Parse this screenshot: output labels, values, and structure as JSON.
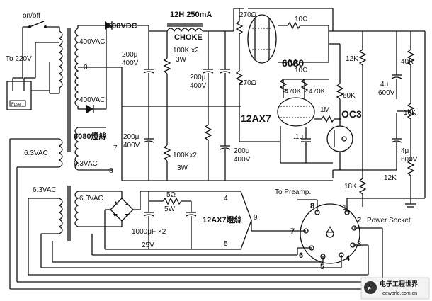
{
  "switch": {
    "label": "on/off"
  },
  "mains": {
    "label": "To 220V",
    "fuse": "Fuse"
  },
  "transformer": {
    "hv_top": "400VAC",
    "center_tap": "0",
    "hv_bottom": "400VAC",
    "heater_6080_label": "6080燈絲",
    "heater_6080": "6.3VAC",
    "heater_6080_pin_a": "7",
    "heater_6080_pin_b": "8",
    "heater_left_1": "6.3VAC",
    "heater_left_2": "6.3VAC",
    "heater_12ax7": "6.3VAC"
  },
  "supply": {
    "b_plus": "500VDC",
    "choke_rating": "12H 250mA",
    "choke_label": "CHOKE",
    "cap1_value": "200μ",
    "cap1_voltage": "400V",
    "res1_value": "100K x2",
    "res1_power": "3W",
    "cap2_value": "200μ",
    "cap2_voltage": "400V",
    "cap3_value": "200μ",
    "cap3_voltage": "400V",
    "res2_value": "100Kx2",
    "res2_power": "3W",
    "cap4_value": "200μ",
    "cap4_voltage": "400V"
  },
  "regulator": {
    "tube_6080": "6080",
    "r_270_top": "270Ω",
    "r_270_bot": "270Ω",
    "r_10_top": "10Ω",
    "r_10_bot": "10Ω",
    "tube_12ax7": "12AX7",
    "r_470k_a": "470K",
    "r_470k_b": "470K",
    "r_1m": "1M",
    "r_60k": "60K",
    "tube_oc3": "OC3",
    "cap_small": ".1μ",
    "r_12k_a": "12K",
    "cap_4u_a": "4μ",
    "cap_4u_a_v": "600V",
    "r_40k": "40K",
    "r_10k": "10K",
    "cap_4u_b": "4μ",
    "cap_4u_b_v": "600V",
    "r_18k": "18K",
    "r_12k_b": "12K"
  },
  "heater_supply": {
    "r_5": "5Ω",
    "r_5_power": "5W",
    "cap_value": "1000μF ×2",
    "cap_voltage": "25V",
    "label_12ax7": "12AX7燈絲",
    "pin_4": "4",
    "pin_5": "5",
    "pin_9": "9"
  },
  "socket": {
    "to_preamp": "To Preamp.",
    "label": "Power Socket",
    "pins": [
      "1",
      "2",
      "3",
      "4",
      "5",
      "6",
      "7",
      "8"
    ]
  },
  "watermark": {
    "text": "电子工程世界",
    "sub": "eeworld.com.cn"
  }
}
